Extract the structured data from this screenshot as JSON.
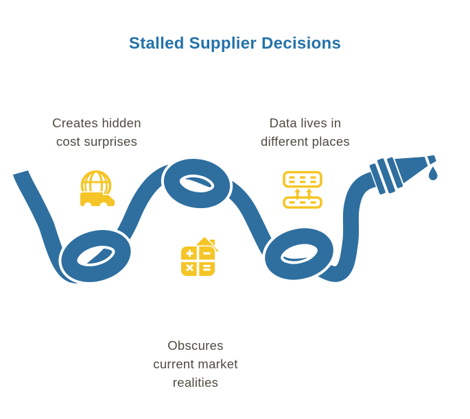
{
  "title": {
    "text": "Stalled Supplier Decisions"
  },
  "labels": {
    "hidden_costs": {
      "text": "Creates hidden\ncost surprises"
    },
    "data_silos": {
      "text": "Data lives in\ndifferent places"
    },
    "market_realities": {
      "text": "Obscures\ncurrent market\nrealities"
    }
  },
  "icons": {
    "globe_truck": "globe-truck-icon",
    "server_sync": "server-sync-icon",
    "calculator_house": "calculator-house-icon",
    "water_drop": "water-drop-icon"
  },
  "colors": {
    "title_blue": "#2472AA",
    "hose_blue": "#2E6F9F",
    "label_gray": "#4F4A40",
    "icon_yellow": "#F5C527",
    "outline_white": "#FFFFFF",
    "bg_white": "#FFFFFF"
  }
}
